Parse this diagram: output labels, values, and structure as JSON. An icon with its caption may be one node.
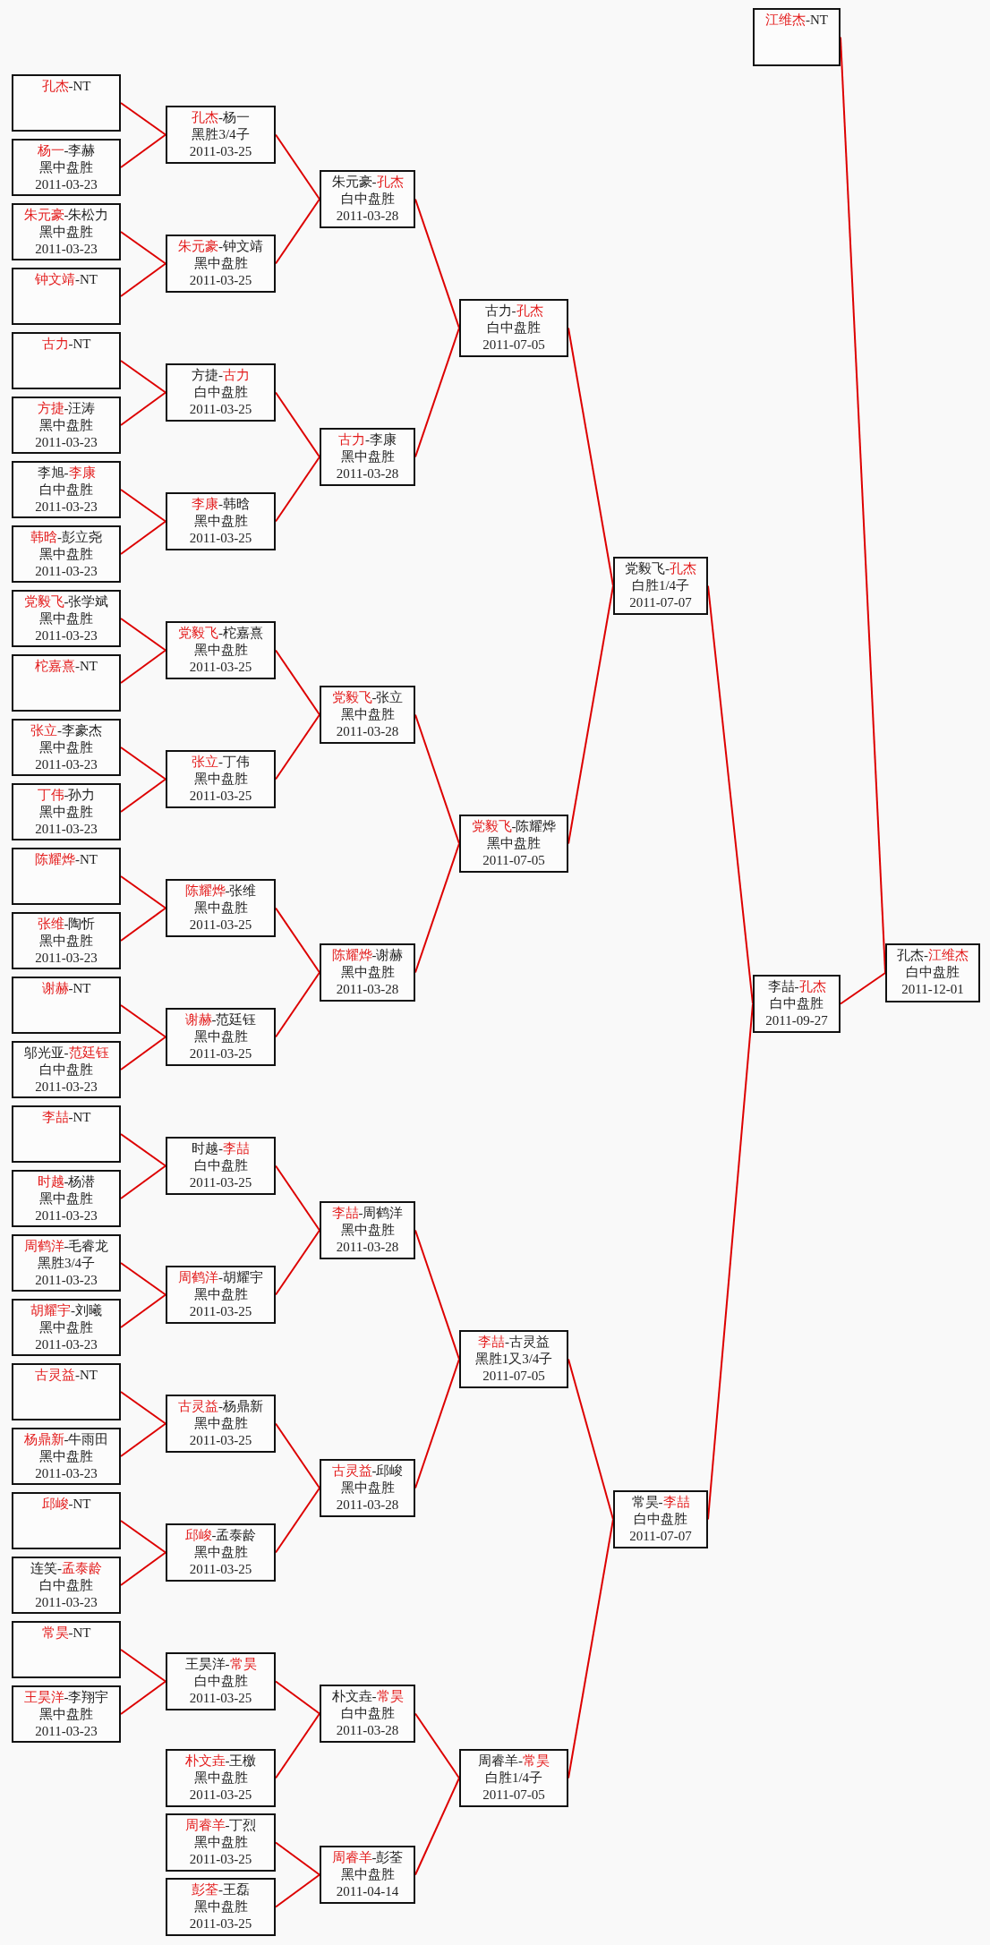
{
  "diagram": {
    "nodes": [
      {
        "text": [
          "**孔杰**-NT"
        ]
      },
      {
        "text": [
          "**杨一**-李赫",
          "黑中盘胜",
          "2011-03-23"
        ]
      },
      {
        "text": [
          "**朱元豪**-朱松力",
          "黑中盘胜",
          "2011-03-23"
        ]
      },
      {
        "text": [
          "**钟文靖**-NT"
        ]
      },
      {
        "text": [
          "**古力**-NT"
        ]
      },
      {
        "text": [
          "**方捷**-汪涛",
          "黑中盘胜",
          "2011-03-23"
        ]
      },
      {
        "text": [
          "李旭-**李康**",
          "白中盘胜",
          "2011-03-23"
        ]
      },
      {
        "text": [
          "**韩晗**-彭立尧",
          "黑中盘胜",
          "2011-03-23"
        ]
      },
      {
        "text": [
          "**党毅飞**-张学斌",
          "黑中盘胜",
          "2011-03-23"
        ]
      },
      {
        "text": [
          "**柁嘉熹**-NT"
        ]
      },
      {
        "text": [
          "**张立**-李豪杰",
          "黑中盘胜",
          "2011-03-23"
        ]
      },
      {
        "text": [
          "**丁伟**-孙力",
          "黑中盘胜",
          "2011-03-23"
        ]
      },
      {
        "text": [
          "**陈耀烨**-NT"
        ]
      },
      {
        "text": [
          "**张维**-陶忻",
          "黑中盘胜",
          "2011-03-23"
        ]
      },
      {
        "text": [
          "**谢赫**-NT"
        ]
      },
      {
        "text": [
          "邬光亚-**范廷钰**",
          "白中盘胜",
          "2011-03-23"
        ]
      },
      {
        "text": [
          "**李喆**-NT"
        ]
      },
      {
        "text": [
          "**时越**-杨潜",
          "黑中盘胜",
          "2011-03-23"
        ]
      },
      {
        "text": [
          "**周鹤洋**-毛睿龙",
          "黑胜3/4子",
          "2011-03-23"
        ]
      },
      {
        "text": [
          "**胡耀宇**-刘曦",
          "黑中盘胜",
          "2011-03-23"
        ]
      },
      {
        "text": [
          "**古灵益**-NT"
        ]
      },
      {
        "text": [
          "**杨鼎新**-牛雨田",
          "黑中盘胜",
          "2011-03-23"
        ]
      },
      {
        "text": [
          "**邱峻**-NT"
        ]
      },
      {
        "text": [
          "连笑-**孟泰龄**",
          "白中盘胜",
          "2011-03-23"
        ]
      },
      {
        "text": [
          "**常昊**-NT"
        ]
      },
      {
        "text": [
          "**王昊洋**-李翔宇",
          "黑中盘胜",
          "2011-03-23"
        ]
      },
      {
        "text": [
          "**孔杰**-杨一",
          "黑胜3/4子",
          "2011-03-25"
        ]
      },
      {
        "text": [
          "**朱元豪**-钟文靖",
          "黑中盘胜",
          "2011-03-25"
        ]
      },
      {
        "text": [
          "方捷-**古力**",
          "白中盘胜",
          "2011-03-25"
        ]
      },
      {
        "text": [
          "**李康**-韩晗",
          "黑中盘胜",
          "2011-03-25"
        ]
      },
      {
        "text": [
          "**党毅飞**-柁嘉熹",
          "黑中盘胜",
          "2011-03-25"
        ]
      },
      {
        "text": [
          "**张立**-丁伟",
          "黑中盘胜",
          "2011-03-25"
        ]
      },
      {
        "text": [
          "**陈耀烨**-张维",
          "黑中盘胜",
          "2011-03-25"
        ]
      },
      {
        "text": [
          "**谢赫**-范廷钰",
          "黑中盘胜",
          "2011-03-25"
        ]
      },
      {
        "text": [
          "时越-**李喆**",
          "白中盘胜",
          "2011-03-25"
        ]
      },
      {
        "text": [
          "**周鹤洋**-胡耀宇",
          "黑中盘胜",
          "2011-03-25"
        ]
      },
      {
        "text": [
          "**古灵益**-杨鼎新",
          "黑中盘胜",
          "2011-03-25"
        ]
      },
      {
        "text": [
          "**邱峻**-孟泰龄",
          "黑中盘胜",
          "2011-03-25"
        ]
      },
      {
        "text": [
          "王昊洋-**常昊**",
          "白中盘胜",
          "2011-03-25"
        ]
      },
      {
        "text": [
          "**朴文垚**-王檄",
          "黑中盘胜",
          "2011-03-25"
        ]
      },
      {
        "text": [
          "**周睿羊**-丁烈",
          "黑中盘胜",
          "2011-03-25"
        ]
      },
      {
        "text": [
          "**彭荃**-王磊",
          "黑中盘胜",
          "2011-03-25"
        ]
      },
      {
        "text": [
          "朱元豪-**孔杰**",
          "白中盘胜",
          "2011-03-28"
        ]
      },
      {
        "text": [
          "**古力**-李康",
          "黑中盘胜",
          "2011-03-28"
        ]
      },
      {
        "text": [
          "**党毅飞**-张立",
          "黑中盘胜",
          "2011-03-28"
        ]
      },
      {
        "text": [
          "**陈耀烨**-谢赫",
          "黑中盘胜",
          "2011-03-28"
        ]
      },
      {
        "text": [
          "**李喆**-周鹤洋",
          "黑中盘胜",
          "2011-03-28"
        ]
      },
      {
        "text": [
          "**古灵益**-邱峻",
          "黑中盘胜",
          "2011-03-28"
        ]
      },
      {
        "text": [
          "朴文垚-**常昊**",
          "白中盘胜",
          "2011-03-28"
        ]
      },
      {
        "text": [
          "**周睿羊**-彭荃",
          "黑中盘胜",
          "2011-04-14"
        ]
      },
      {
        "text": [
          "古力-**孔杰**",
          "白中盘胜",
          "2011-07-05"
        ]
      },
      {
        "text": [
          "**党毅飞**-陈耀烨",
          "黑中盘胜",
          "2011-07-05"
        ]
      },
      {
        "text": [
          "**李喆**-古灵益",
          "黑胜1又3/4子",
          "2011-07-05"
        ]
      },
      {
        "text": [
          "周睿羊-**常昊**",
          "白胜1/4子",
          "2011-07-05"
        ]
      },
      {
        "text": [
          "党毅飞-**孔杰**",
          "白胜1/4子",
          "2011-07-07"
        ]
      },
      {
        "text": [
          "常昊-**李喆**",
          "白中盘胜",
          "2011-07-07"
        ]
      },
      {
        "text": [
          "李喆-**孔杰**",
          "白中盘胜",
          "2011-09-27"
        ]
      },
      {
        "text": [
          "**江维杰**-NT"
        ]
      },
      {
        "text": [
          "孔杰-**江维杰**",
          "白中盘胜",
          "2011-12-01"
        ]
      }
    ],
    "edges": [
      {
        "from": 0,
        "to": 26,
        "arrow": "none"
      },
      {
        "from": 1,
        "to": 26,
        "arrow": "none"
      },
      {
        "from": 2,
        "to": 27,
        "arrow": "none"
      },
      {
        "from": 3,
        "to": 27,
        "arrow": "none"
      },
      {
        "from": 4,
        "to": 28,
        "arrow": "none"
      },
      {
        "from": 5,
        "to": 28,
        "arrow": "none"
      },
      {
        "from": 6,
        "to": 29,
        "arrow": "none"
      },
      {
        "from": 7,
        "to": 29,
        "arrow": "none"
      },
      {
        "from": 8,
        "to": 30,
        "arrow": "none"
      },
      {
        "from": 9,
        "to": 30,
        "arrow": "none"
      },
      {
        "from": 10,
        "to": 31,
        "arrow": "none"
      },
      {
        "from": 11,
        "to": 31,
        "arrow": "none"
      },
      {
        "from": 12,
        "to": 32,
        "arrow": "none"
      },
      {
        "from": 13,
        "to": 32,
        "arrow": "none"
      },
      {
        "from": 14,
        "to": 33,
        "arrow": "none"
      },
      {
        "from": 15,
        "to": 33,
        "arrow": "none"
      },
      {
        "from": 16,
        "to": 34,
        "arrow": "none"
      },
      {
        "from": 17,
        "to": 34,
        "arrow": "none"
      },
      {
        "from": 18,
        "to": 35,
        "arrow": "none"
      },
      {
        "from": 19,
        "to": 35,
        "arrow": "none"
      },
      {
        "from": 20,
        "to": 36,
        "arrow": "none"
      },
      {
        "from": 21,
        "to": 36,
        "arrow": "none"
      },
      {
        "from": 22,
        "to": 37,
        "arrow": "none"
      },
      {
        "from": 23,
        "to": 37,
        "arrow": "none"
      },
      {
        "from": 24,
        "to": 38,
        "arrow": "none"
      },
      {
        "from": 25,
        "to": 38,
        "arrow": "none"
      },
      {
        "from": 26,
        "to": 42,
        "arrow": "none"
      },
      {
        "from": 27,
        "to": 42,
        "arrow": "none"
      },
      {
        "from": 28,
        "to": 43,
        "arrow": "none"
      },
      {
        "from": 29,
        "to": 43,
        "arrow": "none"
      },
      {
        "from": 30,
        "to": 44,
        "arrow": "none"
      },
      {
        "from": 31,
        "to": 44,
        "arrow": "none"
      },
      {
        "from": 32,
        "to": 45,
        "arrow": "none"
      },
      {
        "from": 33,
        "to": 45,
        "arrow": "none"
      },
      {
        "from": 34,
        "to": 46,
        "arrow": "none"
      },
      {
        "from": 35,
        "to": 46,
        "arrow": "none"
      },
      {
        "from": 36,
        "to": 47,
        "arrow": "none"
      },
      {
        "from": 37,
        "to": 47,
        "arrow": "none"
      },
      {
        "from": 38,
        "to": 48,
        "arrow": "none"
      },
      {
        "from": 39,
        "to": 48,
        "arrow": "none"
      },
      {
        "from": 40,
        "to": 49,
        "arrow": "none"
      },
      {
        "from": 41,
        "to": 49,
        "arrow": "none"
      },
      {
        "from": 42,
        "to": 50,
        "arrow": "none"
      },
      {
        "from": 43,
        "to": 50,
        "arrow": "none"
      },
      {
        "from": 44,
        "to": 51,
        "arrow": "none"
      },
      {
        "from": 45,
        "to": 51,
        "arrow": "none"
      },
      {
        "from": 46,
        "to": 52,
        "arrow": "none"
      },
      {
        "from": 47,
        "to": 52,
        "arrow": "none"
      },
      {
        "from": 48,
        "to": 53,
        "arrow": "none"
      },
      {
        "from": 49,
        "to": 53,
        "arrow": "none"
      },
      {
        "from": 50,
        "to": 54,
        "arrow": "none"
      },
      {
        "from": 51,
        "to": 54,
        "arrow": "none"
      },
      {
        "from": 52,
        "to": 55,
        "arrow": "none"
      },
      {
        "from": 53,
        "to": 55,
        "arrow": "none"
      },
      {
        "from": 54,
        "to": 56,
        "arrow": "none"
      },
      {
        "from": 55,
        "to": 56,
        "arrow": "none"
      },
      {
        "from": 56,
        "to": 58,
        "arrow": "none"
      },
      {
        "from": 57,
        "to": 58,
        "arrow": "none"
      }
    ]
  }
}
